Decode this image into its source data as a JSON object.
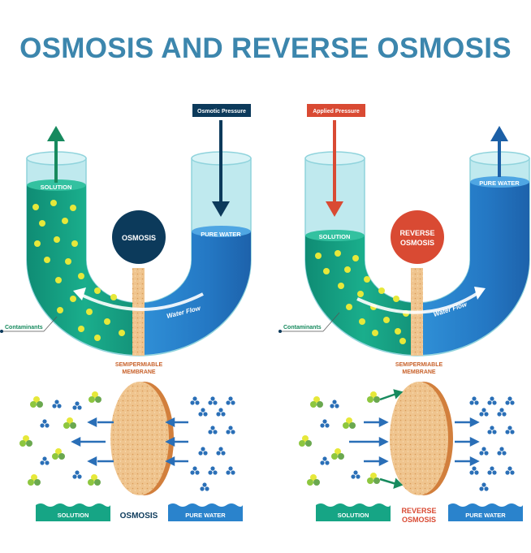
{
  "title": "OSMOSIS AND REVERSE OSMOSIS",
  "colors": {
    "title": "#3c86ad",
    "solution": "#16a585",
    "solution_dark": "#0f7f6c",
    "pure_water": "#2a83cc",
    "pure_water_dark": "#1c5fa6",
    "glass": "#a9e4ea",
    "membrane": "#e9b57b",
    "membrane_text": "#c8622b",
    "navy": "#0c3a5b",
    "red": "#d94a33",
    "green_arrow": "#178a5e",
    "yellow_dot": "#e6e83a"
  },
  "icons": {
    "contaminant_molecule": "yellow-green-cluster-icon",
    "water_molecule": "blue-triad-icon"
  },
  "osmosis": {
    "pressure_label": "Osmotic Pressure",
    "solution_label": "SOLUTION",
    "pure_water_label": "PURE WATER",
    "center_label": "OSMOSIS",
    "flow_label": "Water Flow",
    "contaminants_label": "Contaminants",
    "membrane_label_line1": "SEMIPERMIABLE",
    "membrane_label_line2": "MEMBRANE",
    "bottom_left": "SOLUTION",
    "bottom_center": "OSMOSIS",
    "bottom_right": "PURE WATER"
  },
  "reverse": {
    "pressure_label": "Applied Pressure",
    "solution_label": "SOLUTION",
    "pure_water_label": "PURE WATER",
    "center_line1": "REVERSE",
    "center_line2": "OSMOSIS",
    "flow_label": "Water Flow",
    "contaminants_label": "Contaminants",
    "membrane_label_line1": "SEMIPERMIABLE",
    "membrane_label_line2": "MEMBRANE",
    "bottom_left": "SOLUTION",
    "bottom_center_line1": "REVERSE",
    "bottom_center_line2": "OSMOSIS",
    "bottom_right": "PURE WATER"
  }
}
